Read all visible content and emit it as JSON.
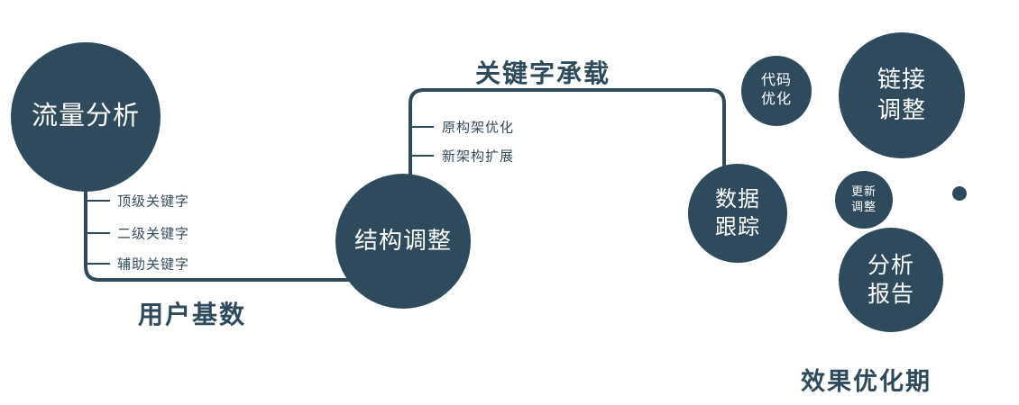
{
  "colors": {
    "accent": "#2e4a5c",
    "node_text": "#ffffff",
    "background": "#ffffff"
  },
  "nodes": {
    "traffic_analysis": "流量分析",
    "structure_adjustment": "结构调整",
    "data_tracking": "数据\n跟踪",
    "code_optimization": "代码\n优化",
    "link_adjustment": "链接\n调整",
    "update_adjustment": "更新\n调整",
    "analysis_report": "分析\n报告"
  },
  "edge_labels": {
    "user_base": "用户基数",
    "keyword_bearing": "关键字承载"
  },
  "branch_labels": {
    "top_keywords": "顶级关键字",
    "secondary_keywords": "二级关键字",
    "auxiliary_keywords": "辅助关键字",
    "original_architecture_optimization": "原构架优化",
    "new_architecture_expansion": "新架构扩展"
  },
  "caption": "效果优化期"
}
